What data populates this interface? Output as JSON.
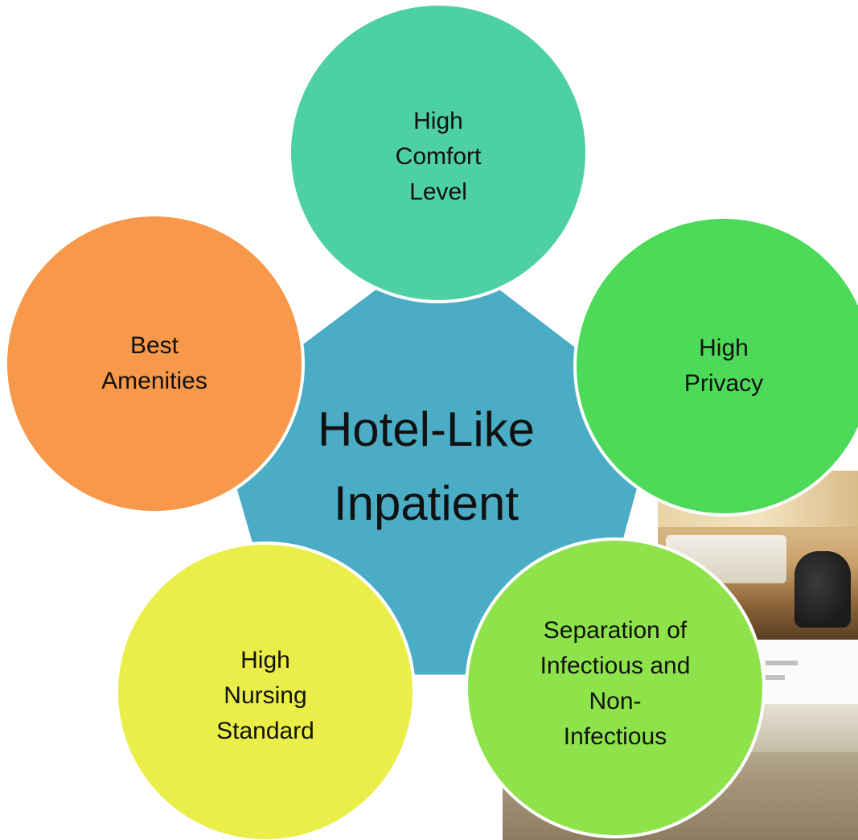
{
  "diagram": {
    "center": {
      "text": "Hotel-Like\nInpatient",
      "color": "#4bacc6"
    },
    "petals": [
      {
        "id": "comfort",
        "text": "High\nComfort\nLevel",
        "color": "#4dd0a3"
      },
      {
        "id": "privacy",
        "text": "High\nPrivacy",
        "color": "#4cda58"
      },
      {
        "id": "separation",
        "text": "Separation of\nInfectious and\nNon-\nInfectious",
        "color": "#8ee24a"
      },
      {
        "id": "nursing",
        "text": "High\nNursing\nStandard",
        "color": "#eaee48"
      },
      {
        "id": "amenities",
        "text": "Best\nAmenities",
        "color": "#f7984a"
      }
    ],
    "outline_color": "#ffffff"
  }
}
